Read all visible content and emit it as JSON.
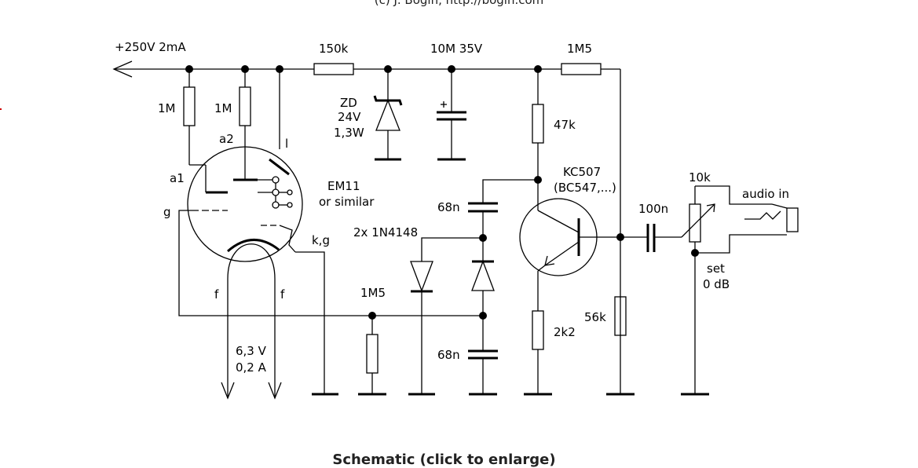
{
  "page": {
    "top_credit": "(c) J. Bogin, http://bogin.com",
    "caption": "Schematic (click to enlarge)"
  },
  "colors": {
    "ink": "#000000",
    "marker": "#d00000",
    "background": "#ffffff"
  },
  "labels": {
    "supply": "+250V 2mA",
    "r_150k": "150k",
    "c_10m": "10M 35V",
    "r_1m5_top": "1M5",
    "r_1m_a": "1M",
    "r_1m_b": "1M",
    "zd_1": "ZD",
    "zd_2": "24V",
    "zd_3": "1,3W",
    "r_47k": "47k",
    "pin_a2": "a2",
    "pin_l": "l",
    "pin_a1": "a1",
    "pin_g": "g",
    "pin_kg": "k,g",
    "pin_f1": "f",
    "pin_f2": "f",
    "tube_1": "EM11",
    "tube_2": "or similar",
    "tr_1": "KC507",
    "tr_2": "(BC547,...)",
    "c_68n_top": "68n",
    "diodes": "2x 1N4148",
    "c_100n": "100n",
    "pot_10k": "10k",
    "audio_in": "audio in",
    "set_1": "set",
    "set_2": "0 dB",
    "r_1m5_bottom": "1M5",
    "r_56k": "56k",
    "r_2k2": "2k2",
    "c_68n_bottom": "68n",
    "heater_1": "6,3 V",
    "heater_2": "0,2 A"
  }
}
